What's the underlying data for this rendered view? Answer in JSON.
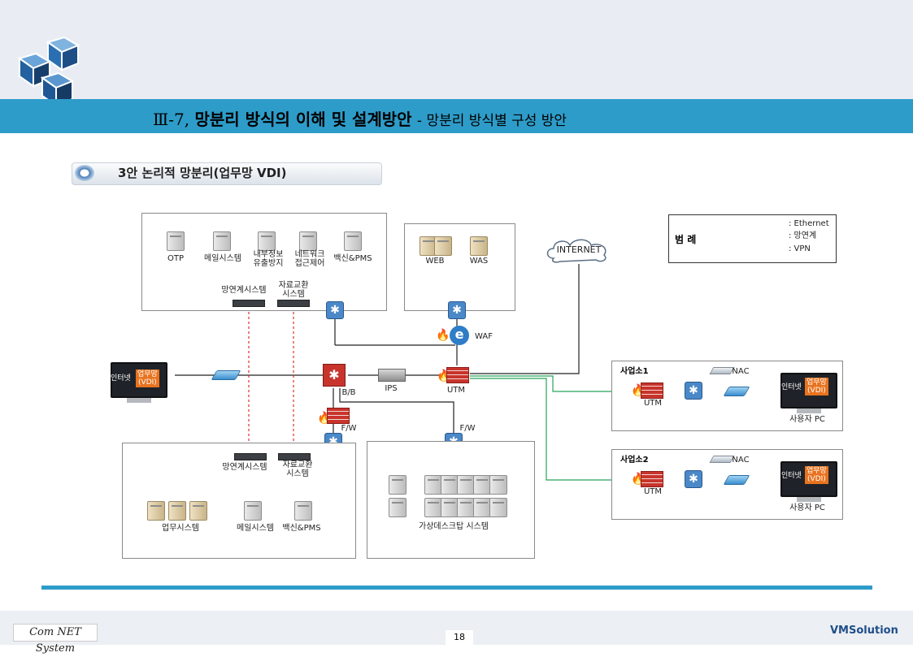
{
  "header": {
    "roman": "Ⅲ-7,",
    "title_main": "망분리 방식의 이해 및 설계방안",
    "title_sub": "- 망분리 방식별 구성 방안"
  },
  "section": {
    "label": "3안 논리적 망분리(업무망 VDI)"
  },
  "legend": {
    "title": "범 례",
    "ethernet": ": Ethernet",
    "link": ": 망연계",
    "vpn": ": VPN",
    "colors": {
      "ethernet": "#000000",
      "link": "#e0302a",
      "vpn": "#27a35a"
    }
  },
  "top_left": {
    "servers": [
      "OTP",
      "메일시스템",
      "내부정보\n유출방지",
      "네트워크\n접근제어",
      "백신&PMS"
    ],
    "rack1": "망연계시스템",
    "rack2": "자료교환\n시스템"
  },
  "top_mid": {
    "web": "WEB",
    "was": "WAS"
  },
  "internet": "INTERNET",
  "core": {
    "waf": "WAF",
    "bb": "B/B",
    "ips": "IPS",
    "utm": "UTM",
    "fw_left": "F/W",
    "fw_right": "F/W"
  },
  "left_pc": {
    "internet": "인터넷",
    "vdi1": "업무망",
    "vdi2": "(VDI)"
  },
  "branch1": {
    "title": "사업소1",
    "nac": "NAC",
    "utm": "UTM",
    "pc": "사용자 PC",
    "internet": "인터넷",
    "vdi1": "업무망",
    "vdi2": "(VDI)"
  },
  "branch2": {
    "title": "사업소2",
    "nac": "NAC",
    "utm": "UTM",
    "pc": "사용자 PC",
    "internet": "인터넷",
    "vdi1": "업무망",
    "vdi2": "(VDI)"
  },
  "bottom_left": {
    "rack1": "망연계시스템",
    "rack2": "자료교환\n시스템",
    "work": "업무시스템",
    "mail": "메일시스템",
    "vaccine": "백신&PMS"
  },
  "bottom_right": {
    "vdi_sys": "가상데스크탑 시스템"
  },
  "footer": {
    "company": "Com NET System",
    "page": "18",
    "brand": "VMSolution"
  }
}
